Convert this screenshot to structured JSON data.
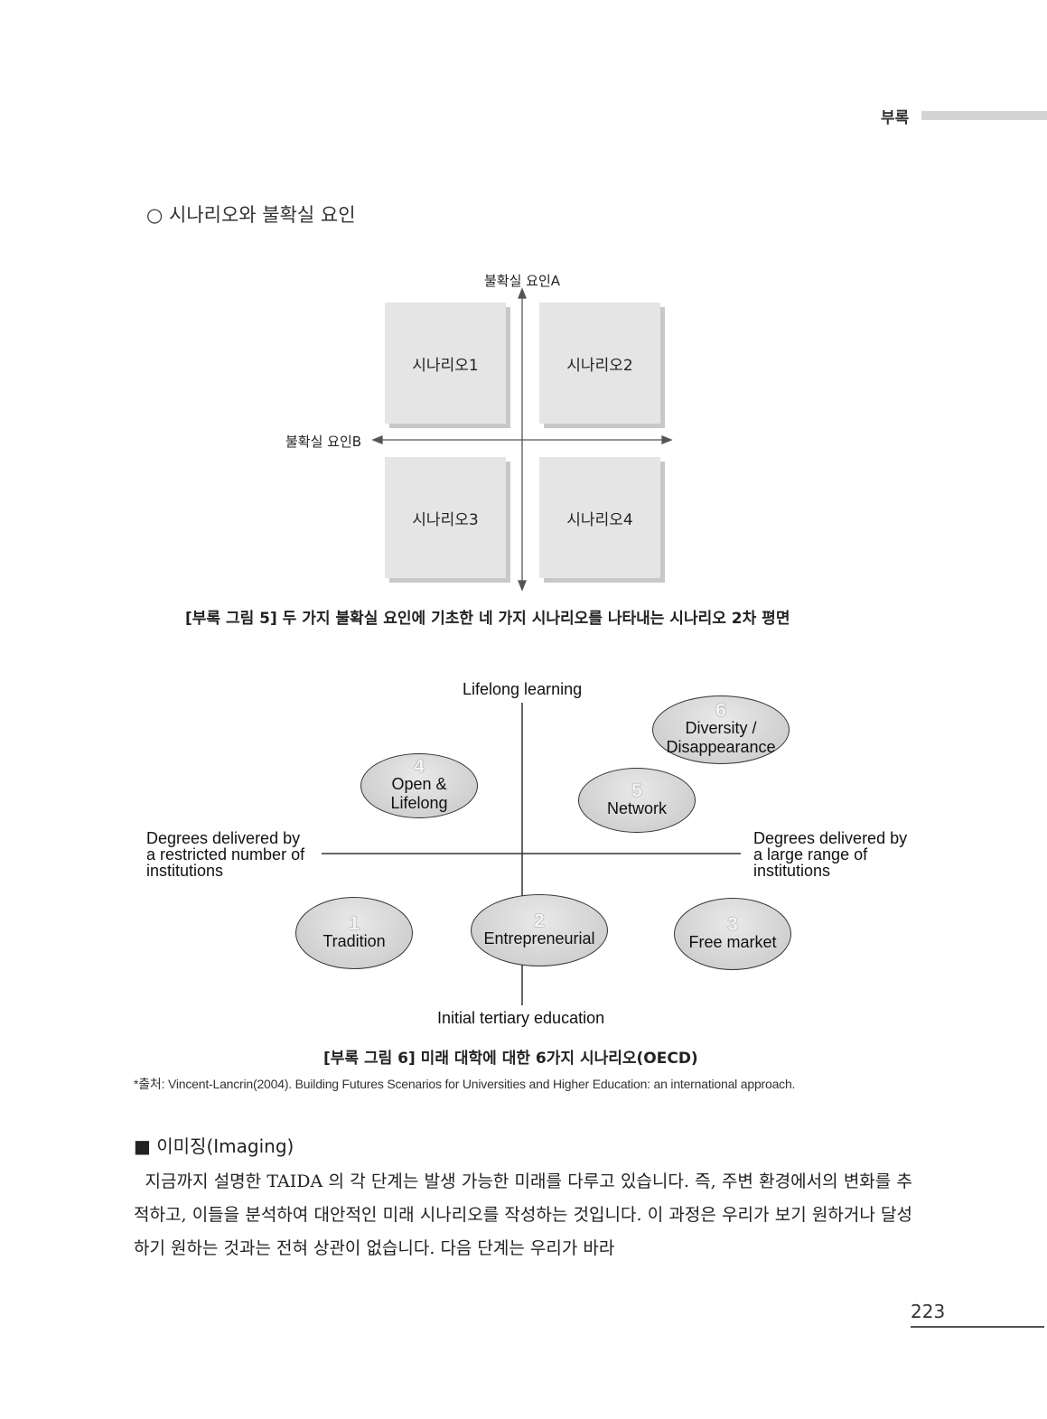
{
  "header": {
    "section": "부록"
  },
  "section_title": "○ 시나리오와 불확실 요인",
  "figure5": {
    "axis_a": "불확실 요인A",
    "axis_b": "불확실 요인B",
    "scenarios": [
      "시나리오1",
      "시나리오2",
      "시나리오3",
      "시나리오4"
    ],
    "caption": "[부록 그림 5] 두 가지 불확실 요인에 기초한 네 가지 시나리오를 나타내는 시나리오 2차 평면"
  },
  "figure6": {
    "top_label": "Lifelong learning",
    "bottom_label": "Initial tertiary education",
    "left_label": [
      "Degrees delivered by",
      "a restricted number of",
      "institutions"
    ],
    "right_label": [
      "Degrees delivered by",
      "a large range of",
      "institutions"
    ],
    "scenarios": [
      {
        "num": "1",
        "name": [
          "Tradition"
        ]
      },
      {
        "num": "2",
        "name": [
          "Entrepreneurial"
        ]
      },
      {
        "num": "3",
        "name": [
          "Free market"
        ]
      },
      {
        "num": "4",
        "name": [
          "Open &",
          "Lifelong"
        ]
      },
      {
        "num": "5",
        "name": [
          "Network"
        ]
      },
      {
        "num": "6",
        "name": [
          "Diversity /",
          "Disappearance"
        ]
      }
    ],
    "caption": "[부록 그림 6] 미래 대학에 대한 6가지 시나리오(OECD)",
    "source": "*출처: Vincent-Lancrin(2004). Building Futures Scenarios for Universities and Higher Education: an international approach."
  },
  "imaging": {
    "heading": "■ 이미징(Imaging)",
    "paragraph": "  지금까지 설명한 TAIDA 의 각 단계는 발생 가능한 미래를 다루고 있습니다. 즉, 주변 환경에서의 변화를 추적하고, 이들을 분석하여 대안적인 미래 시나리오를 작성하는 것입니다. 이 과정은 우리가 보기 원하거나 달성하기 원하는 것과는 전혀 상관이 없습니다. 다음 단계는 우리가 바라"
  },
  "page_number": "223"
}
